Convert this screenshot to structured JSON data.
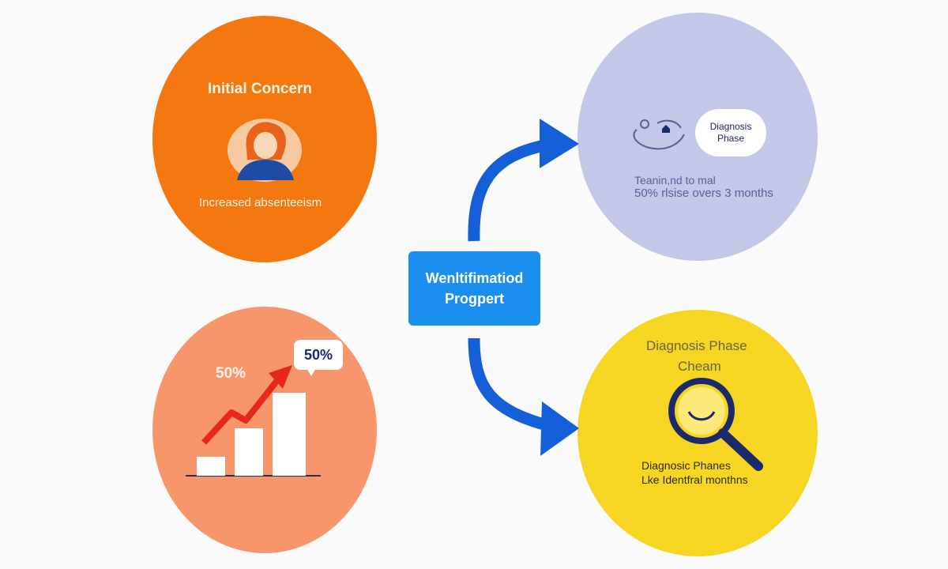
{
  "colors": {
    "orange": "#f5770f",
    "peach": "#f7966a",
    "lavender": "#c4c8e8",
    "yellow": "#f7d523",
    "blue": "#1a8ff0",
    "arrow_blue": "#1560d8",
    "navy": "#1b2a6b",
    "red_arrow": "#e8281c"
  },
  "nodes": {
    "initial": {
      "title": "Initial Concern",
      "subtitle": "Increased absenteeism",
      "icon": "person-icon"
    },
    "trend": {
      "label_left": "50%",
      "bubble": "50%",
      "icon": "rising-bar-chart-icon"
    },
    "center": {
      "line1": "Wenltifimatiod",
      "line2": "Progpert"
    },
    "diagnosis_top": {
      "bubble_line1": "Diagnosis",
      "bubble_line2": "Phase",
      "line1": "Teanin,nd to mal",
      "line2": "50% rlsise overs 3 months",
      "icon": "link-network-icon"
    },
    "diagnosis_bottom": {
      "title1": "Diagnosis Phase",
      "title2": "Cheam",
      "line1": "Diagnosic Phanes",
      "line2": "Lke Identfral monthns",
      "icon": "magnifier-icon"
    }
  }
}
